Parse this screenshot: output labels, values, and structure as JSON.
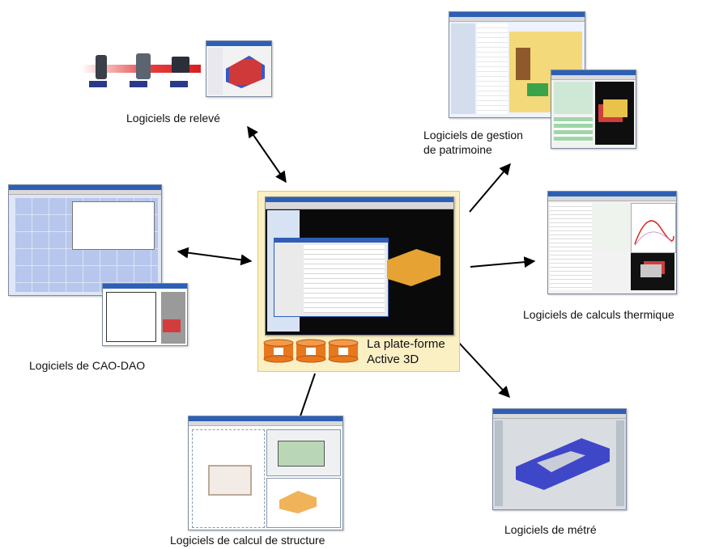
{
  "center": {
    "label_line1": "La plate-forme",
    "label_line2": "Active 3D"
  },
  "nodes": {
    "releve": "Logiciels de relevé",
    "patrimoine_line1": "Logiciels de gestion",
    "patrimoine_line2": "de patrimoine",
    "cao": "Logiciels de CAO-DAO",
    "thermique": "Logiciels de calculs thermique",
    "structure": "Logiciels de calcul de structure",
    "metre": "Logiciels de métré"
  },
  "colors": {
    "arrow": "#000000",
    "center_bg": "#fbefc4",
    "center_border": "#e7c96a",
    "db_orange": "#e8781e",
    "window_title": "#2d5fb5"
  }
}
